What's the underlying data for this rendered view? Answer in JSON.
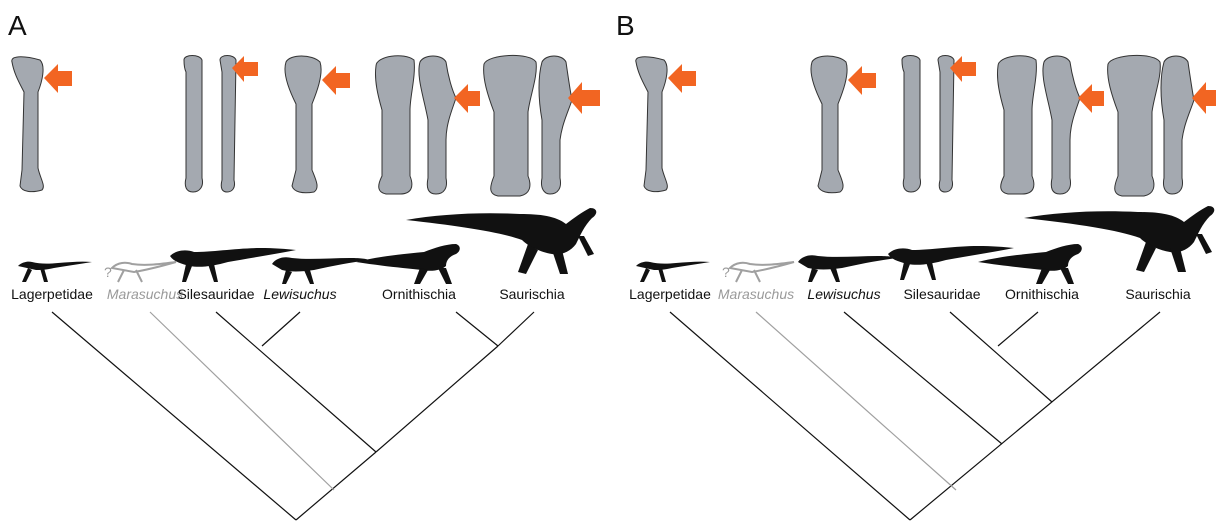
{
  "panel_a": {
    "letter": "A",
    "taxa": [
      {
        "name": "Lagerpetidae",
        "italic": false,
        "uncertain": false
      },
      {
        "name": "Marasuchus",
        "italic": true,
        "uncertain": true
      },
      {
        "name": "Silesauridae",
        "italic": false,
        "uncertain": false
      },
      {
        "name": "Lewisuchus",
        "italic": true,
        "uncertain": false
      },
      {
        "name": "Ornithischia",
        "italic": false,
        "uncertain": false
      },
      {
        "name": "Saurischia",
        "italic": false,
        "uncertain": false
      }
    ],
    "uncertain_mark": "?"
  },
  "panel_b": {
    "letter": "B",
    "taxa": [
      {
        "name": "Lagerpetidae",
        "italic": false,
        "uncertain": false
      },
      {
        "name": "Marasuchus",
        "italic": true,
        "uncertain": true
      },
      {
        "name": "Lewisuchus",
        "italic": true,
        "uncertain": false
      },
      {
        "name": "Silesauridae",
        "italic": false,
        "uncertain": false
      },
      {
        "name": "Ornithischia",
        "italic": false,
        "uncertain": false
      },
      {
        "name": "Saurischia",
        "italic": false,
        "uncertain": false
      }
    ],
    "uncertain_mark": "?"
  },
  "colors": {
    "arrow": "#f26522",
    "bone_fill": "#a4a9b0",
    "bone_stroke": "#333333",
    "silhouette": "#111111",
    "uncertain": "#a0a0a0"
  }
}
